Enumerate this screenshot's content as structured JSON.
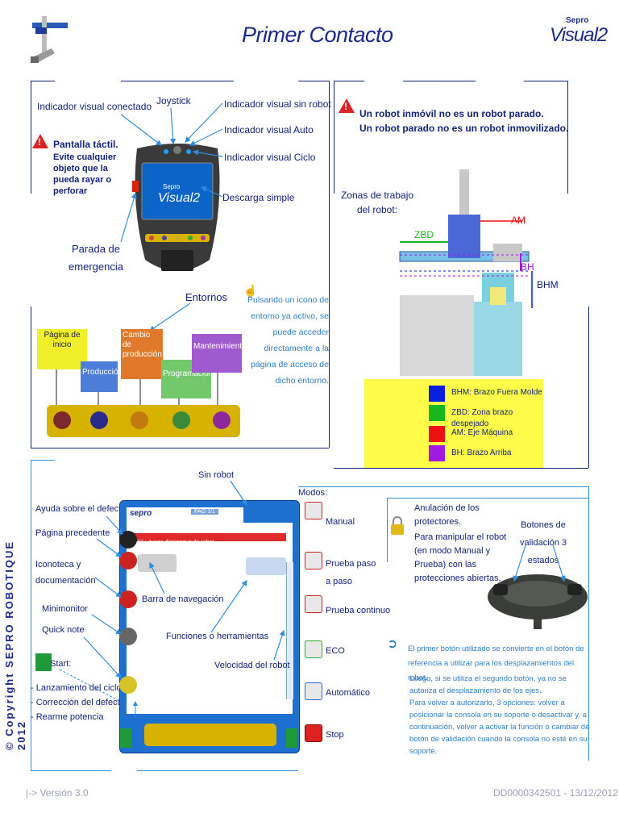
{
  "header": {
    "title": "Primer Contacto",
    "logo_text": "Visual2",
    "logo_brand": "Sepro"
  },
  "panel1": {
    "joystick": "Joystick",
    "indicador_conectado": "Indicador visual conectado",
    "indicador_sin_robot": "Indicador visual sin robot",
    "indicador_auto": "Indicador visual Auto",
    "indicador_ciclo": "Indicador visual Ciclo",
    "descarga": "Descarga simple",
    "pantalla_title": "Pantalla táctil.",
    "pantalla_text": "Evite cualquier objeto que la pueda rayar o perforar",
    "parada": "Parada de emergencia",
    "entornos": "Entornos",
    "pulsando": "Pulsando un icono de entorno ya activo, se puede acceder directamente a la página de acceso de dicho entorno.",
    "envs": [
      "Página de inicio",
      "Producción",
      "Cambio de producción",
      "Programación",
      "Mantenimiento"
    ]
  },
  "panel2": {
    "warning_1": "Un robot inmóvil no es un robot parado.",
    "warning_2": "Un robot parado no es un robot inmovilizado.",
    "zonas": "Zonas de trabajo del robot:",
    "zbd": "ZBD",
    "am": "AM",
    "bh": "BH",
    "bhm": "BHM",
    "legend": [
      {
        "label": "BHM: Brazo Fuera Molde",
        "color": "#0a1fe0"
      },
      {
        "label": "ZBD: Zona brazo despejado",
        "color": "#17b81e"
      },
      {
        "label": "AM: Eje Máquina",
        "color": "#ee1111"
      },
      {
        "label": "BH: Brazo Arriba",
        "color": "#a21ae0"
      }
    ]
  },
  "panel3": {
    "sin_robot": "Sin robot",
    "modos": "Modos:",
    "ayuda": "Ayuda sobre el defecto",
    "pagina_prec": "Página precedente",
    "iconoteca": "Iconoteca y documentación",
    "minimonitor": "Minimonitor",
    "quicknote": "Quick note",
    "start": "Start:",
    "start_items": [
      "- Lanzamiento del ciclo",
      "- Corrección del defecto",
      "- Rearme potencia"
    ],
    "barra_nav": "Barra de navegación",
    "funciones": "Funciones o herramientas",
    "velocidad": "Velocidad del robot",
    "screen_brand": "sepro",
    "screen_page": "PAG 1/1",
    "screen_alarm": "D137 : Juego d'arranque de robot",
    "modes": [
      "Manual",
      "Prueba paso a paso",
      "Prueba continuo",
      "ECO",
      "Automático",
      "Stop"
    ]
  },
  "panel4": {
    "anulacion": "Anulación de los protectores.",
    "anulacion_text": "Para manipular el robot (en modo Manual y Prueba) con las protecciones abiertas.",
    "botones": "Botones de validación 3 estados",
    "note_1": "El primer botón utilizado se convierte en el botón de referencia a utilizar para los desplazamientos del robot.",
    "note_2": "Luego, si se utiliza el segundo botón, ya no se autoriza el desplazamiento de los ejes.",
    "note_3": "Para volver a autorizarlo, 3 opciones: volver a posicionar la consola en su soporte o desactivar y, a continuación, volver a activar la función o cambiar de botón de validación cuando la consola no esté en su soporte."
  },
  "sidebar": {
    "copyright": "© Copyright SEPRO ROBOTIQUE 2012"
  },
  "footer": {
    "version": "|-> Versión 3.0",
    "doc": "DD0000342501  -  13/12/2012"
  }
}
